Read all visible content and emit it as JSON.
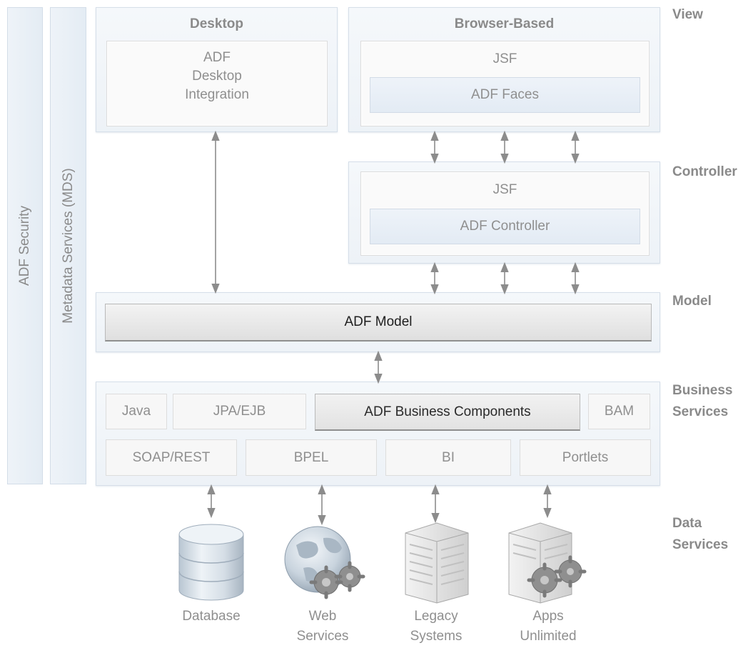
{
  "side_bars": {
    "security": "ADF Security",
    "metadata": "Metadata Services (MDS)"
  },
  "view": {
    "desktop": {
      "title": "Desktop",
      "inner_lines": [
        "ADF",
        "Desktop",
        "Integration"
      ]
    },
    "browser": {
      "title": "Browser-Based",
      "jsf": "JSF",
      "faces": "ADF Faces"
    }
  },
  "controller": {
    "jsf": "JSF",
    "adf_controller": "ADF Controller"
  },
  "model": {
    "adf_model": "ADF Model"
  },
  "business_services": {
    "row1": [
      "Java",
      "JPA/EJB",
      "ADF Business Components",
      "BAM"
    ],
    "row2": [
      "SOAP/REST",
      "BPEL",
      "BI",
      "Portlets"
    ]
  },
  "layer_labels": {
    "view": "View",
    "controller": "Controller",
    "model": "Model",
    "business": [
      "Business",
      "Services"
    ],
    "data": [
      "Data",
      "Services"
    ]
  },
  "data_sources": [
    {
      "icon": "database-icon",
      "lines": [
        "Database"
      ]
    },
    {
      "icon": "web-services-globe-icon",
      "lines": [
        "Web",
        "Services"
      ]
    },
    {
      "icon": "server-rack-icon",
      "lines": [
        "Legacy",
        "Systems"
      ]
    },
    {
      "icon": "apps-server-gears-icon",
      "lines": [
        "Apps",
        "Unlimited"
      ]
    }
  ],
  "colors": {
    "panel_bg": "#edf2f7",
    "panel_border": "#d6dfe9",
    "text_muted": "#8a8a8a",
    "highlight_text": "#1e1e1e",
    "arrow": "#8c8c8c"
  }
}
